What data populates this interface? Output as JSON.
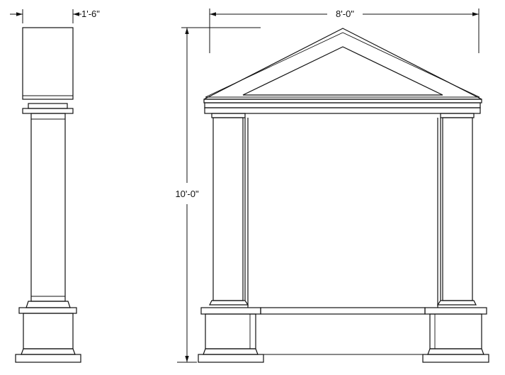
{
  "dimensions": {
    "column_width": "1'-6\"",
    "total_width": "8'-0\"",
    "total_height": "10'-0\""
  },
  "colors": {
    "background": "#ffffff",
    "line": "#111111"
  }
}
